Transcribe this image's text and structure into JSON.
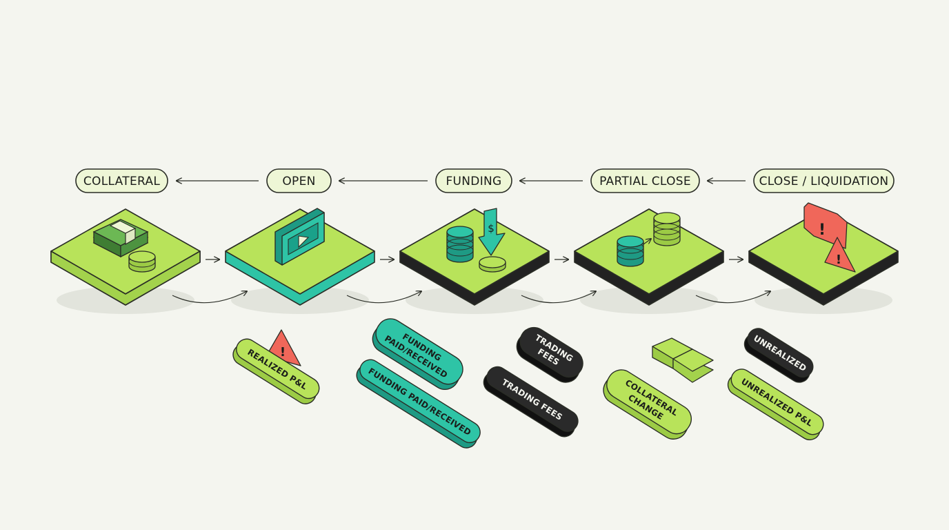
{
  "colors": {
    "lime": "#b8e35a",
    "lime_dark": "#8fc23a",
    "teal": "#2ec4a6",
    "teal_dark": "#1e9a84",
    "black": "#222222",
    "red": "#f0675a",
    "outline": "#2a2d26",
    "pill_fill": "#eef6d6"
  },
  "stages": [
    {
      "label": "COLLATERAL",
      "icon": "cash-stack-icon"
    },
    {
      "label": "OPEN",
      "icon": "play-screen-icon"
    },
    {
      "label": "FUNDING",
      "icon": "dollar-arrow-icon"
    },
    {
      "label": "PARTIAL CLOSE",
      "icon": "coin-stacks-icon"
    },
    {
      "label": "CLOSE / LIQUIDATION",
      "icon": "warning-icon"
    }
  ],
  "tags": {
    "realized_pl": "REALIZED P&L",
    "funding_paid_a_line1": "FUNDING",
    "funding_paid_a_line2": "PAID/RECEIVED",
    "funding_paid_b": "FUNDING PAID/RECEIVED",
    "trading_fees_a_line1": "TRADING",
    "trading_fees_a_line2": "FEES",
    "trading_fees_b": "TRADING FEES",
    "collateral_change_line1": "COLLATERAL",
    "collateral_change_line2": "CHANGE",
    "unrealized_a": "UNREALIZED",
    "unrealized_pl": "UNREALIZED P&L"
  }
}
